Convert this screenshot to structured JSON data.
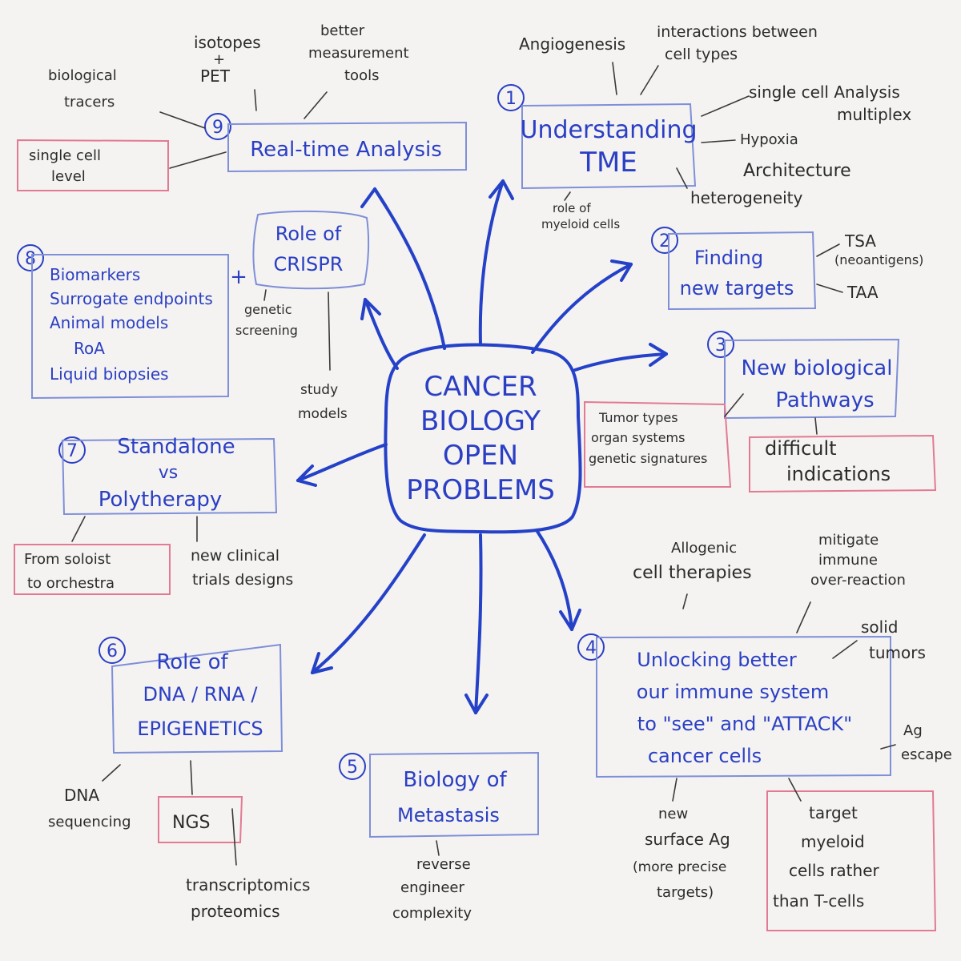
{
  "center": {
    "line1": "CANCER",
    "line2": "BIOLOGY",
    "line3": "OPEN",
    "line4": "PROBLEMS"
  },
  "topics": [
    {
      "num": "1",
      "lines": [
        "Understanding",
        "TME"
      ]
    },
    {
      "num": "2",
      "lines": [
        "Finding",
        "new targets"
      ]
    },
    {
      "num": "3",
      "lines": [
        "New biological",
        "Pathways"
      ]
    },
    {
      "num": "4",
      "lines": [
        "Unlocking better",
        "our immune system",
        "to \"see\" and \"ATTACK\"",
        "cancer cells"
      ]
    },
    {
      "num": "5",
      "lines": [
        "Biology of",
        "Metastasis"
      ]
    },
    {
      "num": "6",
      "lines": [
        "Role of",
        "DNA / RNA /",
        "EPIGENETICS"
      ]
    },
    {
      "num": "7",
      "lines": [
        "Standalone",
        "vs",
        "Polytherapy"
      ]
    },
    {
      "num": "8",
      "lines": [
        "Biomarkers",
        "Surrogate endpoints",
        "Animal models",
        "RoA",
        "Liquid biopsies"
      ]
    },
    {
      "num": "9",
      "lines": [
        "Real-time Analysis"
      ]
    }
  ],
  "crispr": {
    "lines": [
      "Role of",
      "CRISPR"
    ],
    "plus": "+"
  },
  "notes": {
    "angiogenesis": "Angiogenesis",
    "interactions": [
      "interactions between",
      "cell types"
    ],
    "single_cell": [
      "single cell Analysis",
      "multiplex"
    ],
    "hypoxia": "Hypoxia",
    "architecture": "Architecture",
    "heterogeneity": "heterogeneity",
    "myeloid": [
      "role of",
      "myeloid cells"
    ],
    "tsa": [
      "TSA",
      "(neoantigens)"
    ],
    "taa": "TAA",
    "tumor_types": [
      "Tumor types",
      "organ systems",
      "genetic signatures"
    ],
    "difficult": [
      "difficult",
      "indications"
    ],
    "allogenic": [
      "Allogenic",
      "cell therapies"
    ],
    "mitigate": [
      "mitigate",
      "immune",
      "over-reaction"
    ],
    "solid": [
      "solid",
      "tumors"
    ],
    "ag_escape": [
      "Ag",
      "escape"
    ],
    "surface_ag": [
      "new",
      "surface Ag",
      "(more precise",
      "targets)"
    ],
    "target_myeloid": [
      "target",
      "myeloid",
      "cells rather",
      "than T-cells"
    ],
    "reverse": [
      "reverse",
      "engineer",
      "complexity"
    ],
    "dna_seq": [
      "DNA",
      "sequencing"
    ],
    "ngs": "NGS",
    "transcriptomics": [
      "transcriptomics",
      "proteomics"
    ],
    "soloist": [
      "From soloist",
      "to orchestra"
    ],
    "clinical": [
      "new clinical",
      "trials designs"
    ],
    "genetic_screening": [
      "genetic",
      "screening"
    ],
    "study_models": [
      "study",
      "models"
    ],
    "bio_tracers": [
      "biological",
      "tracers"
    ],
    "isotopes": [
      "isotopes",
      "+",
      "PET"
    ],
    "better_tools": [
      "better",
      "measurement",
      "tools"
    ],
    "single_cell_level": [
      "single cell",
      "level"
    ]
  }
}
